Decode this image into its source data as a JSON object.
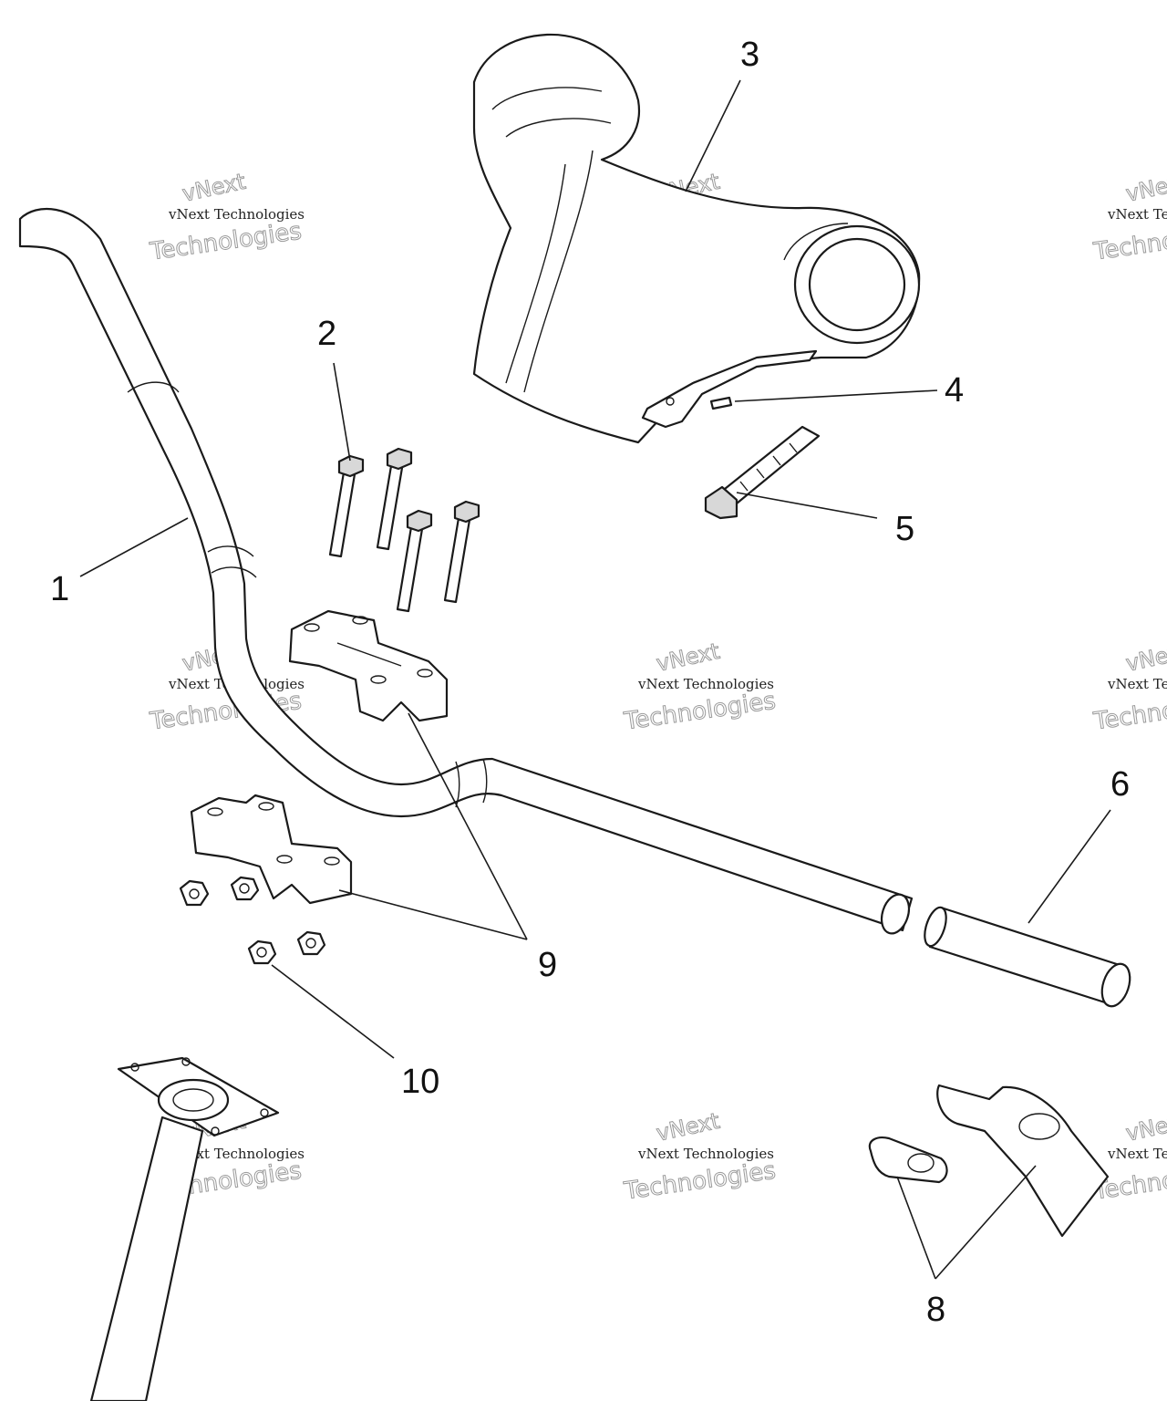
{
  "diagram": {
    "callouts": [
      "1",
      "2",
      "3",
      "4",
      "5",
      "6",
      "8",
      "9",
      "10"
    ],
    "watermark": {
      "small": "vNext Technologies",
      "large": "Technologies",
      "top": "vNext"
    }
  },
  "colors": {
    "line": "#1a1a1a",
    "watermark_outline": "#9a9a9a",
    "background": "#ffffff"
  }
}
